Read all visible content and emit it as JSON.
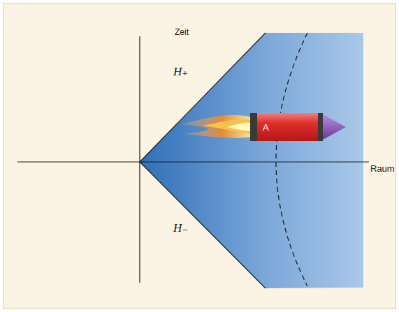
{
  "diagram": {
    "nodes": [
      {
        "text": [
          "A"
        ]
      }
    ],
    "labels": [
      "Zeit",
      "H₊",
      "H₋",
      "Raum"
    ]
  }
}
